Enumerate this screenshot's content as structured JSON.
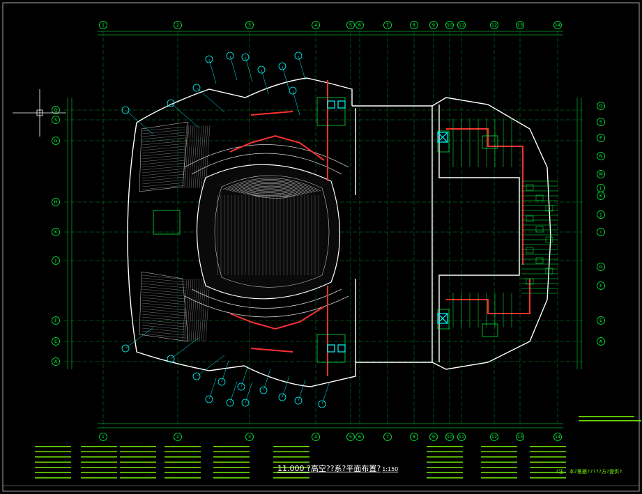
{
  "drawing": {
    "title": "11.000 ?高空??系?平面布置?",
    "scale": "1:150",
    "side_note": "?注: 本?根据?????方?提供?"
  },
  "grid_labels": {
    "top": [
      "1",
      "2",
      "3",
      "4",
      "5",
      "6",
      "7",
      "8",
      "9",
      "10",
      "11",
      "12",
      "13",
      "14"
    ],
    "left": [
      "Q",
      "S",
      "G",
      "H",
      "K",
      "J",
      "F",
      "E",
      "A"
    ],
    "right": [
      "Q",
      "S",
      "P",
      "N",
      "M",
      "L",
      "K",
      "J",
      "I",
      "G",
      "F",
      "E",
      "A"
    ]
  },
  "colors": {
    "background": "#000000",
    "grid": "#00ff40",
    "walls": "#ffffff",
    "ducts": "#ff3030",
    "callouts": "#00ffff",
    "text": "#7cff00"
  }
}
